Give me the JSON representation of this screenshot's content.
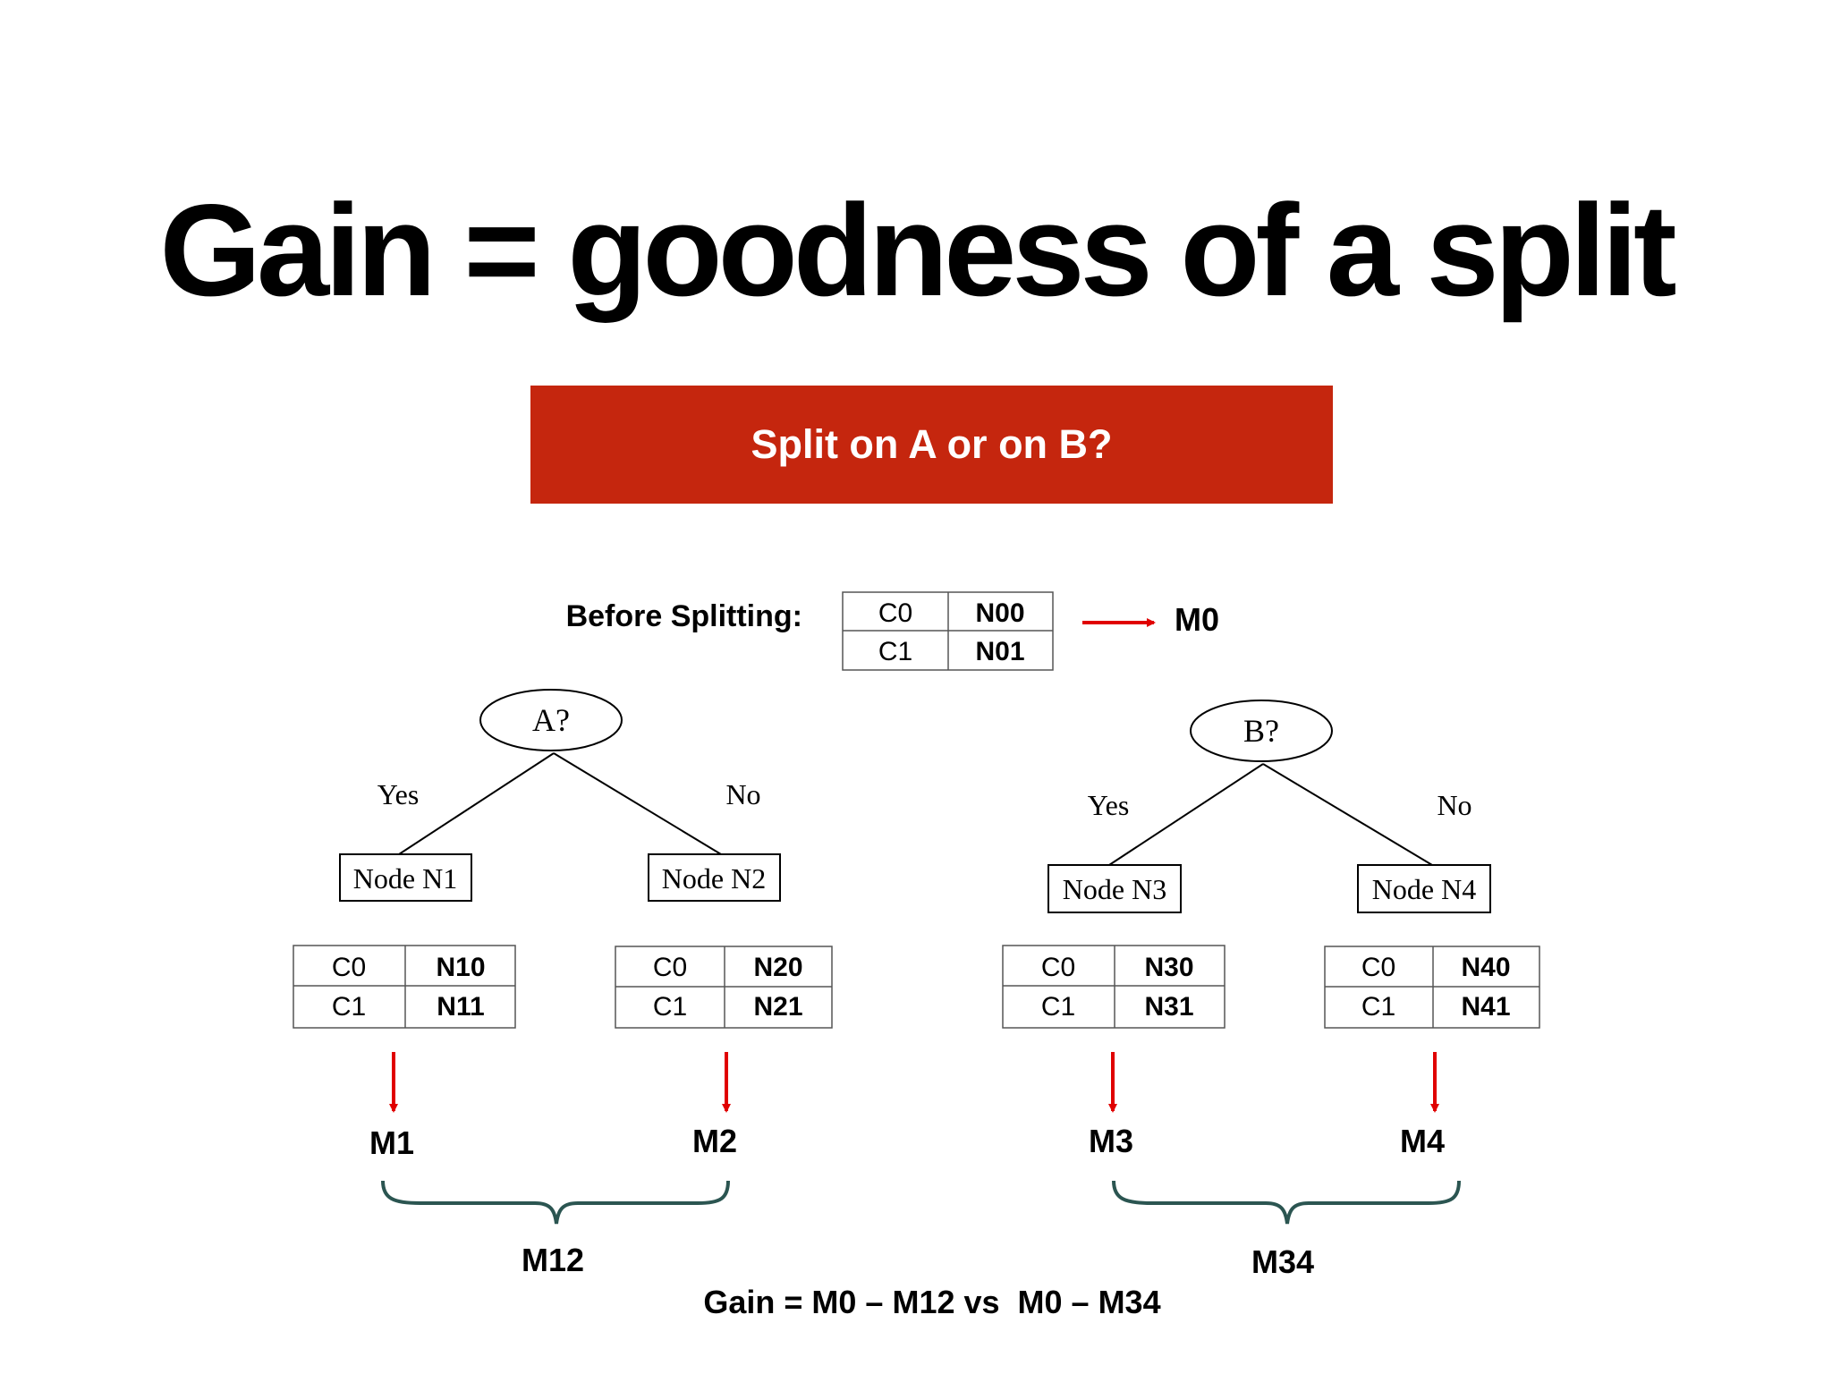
{
  "title": "Gain = goodness of a split",
  "banner": {
    "text": "Split on A or on B?",
    "color": "#c5260e"
  },
  "colors": {
    "arrow": "#e00000",
    "brace": "#2b5551",
    "border": "#555555"
  },
  "before": {
    "label": "Before Splitting:",
    "table": [
      [
        "C0",
        "N00"
      ],
      [
        "C1",
        "N01"
      ]
    ],
    "measure": "M0"
  },
  "tree_a": {
    "question": "A?",
    "yes": "Yes",
    "no": "No",
    "left_node": "Node N1",
    "right_node": "Node N2",
    "left_table": [
      [
        "C0",
        "N10"
      ],
      [
        "C1",
        "N11"
      ]
    ],
    "right_table": [
      [
        "C0",
        "N20"
      ],
      [
        "C1",
        "N21"
      ]
    ],
    "left_measure": "M1",
    "right_measure": "M2",
    "combined": "M12"
  },
  "tree_b": {
    "question": "B?",
    "yes": "Yes",
    "no": "No",
    "left_node": "Node N3",
    "right_node": "Node N4",
    "left_table": [
      [
        "C0",
        "N30"
      ],
      [
        "C1",
        "N31"
      ]
    ],
    "right_table": [
      [
        "C0",
        "N40"
      ],
      [
        "C1",
        "N41"
      ]
    ],
    "left_measure": "M3",
    "right_measure": "M4",
    "combined": "M34"
  },
  "formula": "Gain = M0 – M12 vs  M0 – M34"
}
